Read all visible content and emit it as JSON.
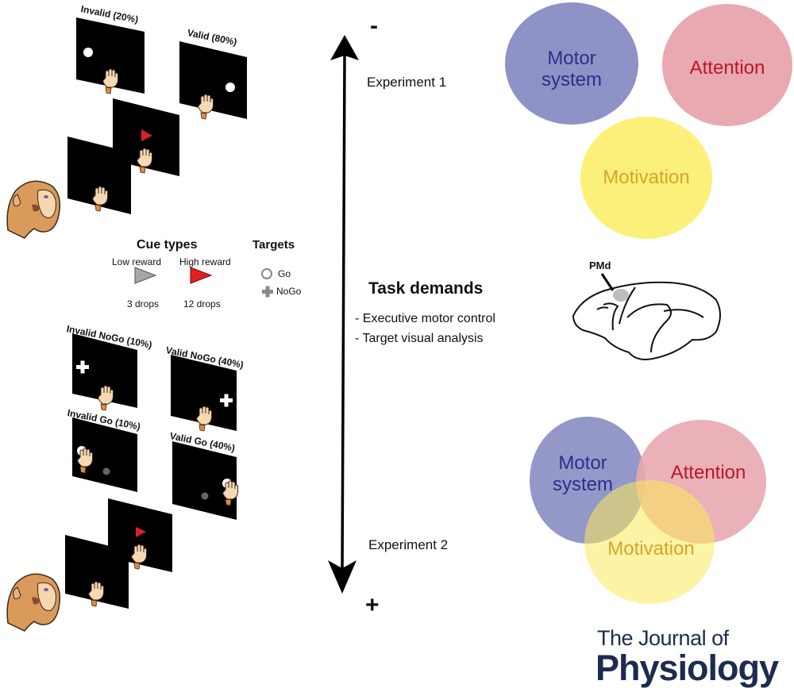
{
  "experiment1": {
    "screens": {
      "invalid_label": "Invalid (20%)",
      "valid_label": "Valid (80%)"
    }
  },
  "legend": {
    "cue_types_title": "Cue types",
    "low_reward_label": "Low reward",
    "high_reward_label": "High reward",
    "low_reward_drops": "3 drops",
    "high_reward_drops": "12 drops",
    "targets_title": "Targets",
    "go_label": "Go",
    "nogo_label": "NoGo",
    "colors": {
      "low_reward": "#a6a6a6",
      "high_reward": "#e02020"
    }
  },
  "experiment2": {
    "screens": {
      "invalid_nogo_label": "Invalid NoGo (10%)",
      "valid_nogo_label": "Valid NoGo (40%)",
      "invalid_go_label": "Invalid Go (10%)",
      "valid_go_label": "Valid Go (40%)"
    }
  },
  "axis": {
    "minus_label": "-",
    "plus_label": "+",
    "experiment1_label": "Experiment 1",
    "experiment2_label": "Experiment 2",
    "task_demands_title": "Task demands",
    "task_demands_items": [
      "- Executive motor control",
      "- Target visual analysis"
    ]
  },
  "venn1": {
    "motor_label_line1": "Motor",
    "motor_label_line2": "system",
    "attention_label": "Attention",
    "motivation_label": "Motivation"
  },
  "brain": {
    "region_label": "PMd"
  },
  "venn2": {
    "motor_label_line1": "Motor",
    "motor_label_line2": "system",
    "attention_label": "Attention",
    "motivation_label": "Motivation"
  },
  "colors": {
    "motor_fill": "#8e92c6",
    "motor_text": "#2b2f8c",
    "attention_fill": "#e8a9b1",
    "attention_text": "#c0142a",
    "motivation_fill": "#fbf17a",
    "motivation_text": "#d6a42c",
    "journal_text": "#1d2c4e"
  },
  "journal": {
    "line1": "The Journal of",
    "line2": "Physiology"
  }
}
